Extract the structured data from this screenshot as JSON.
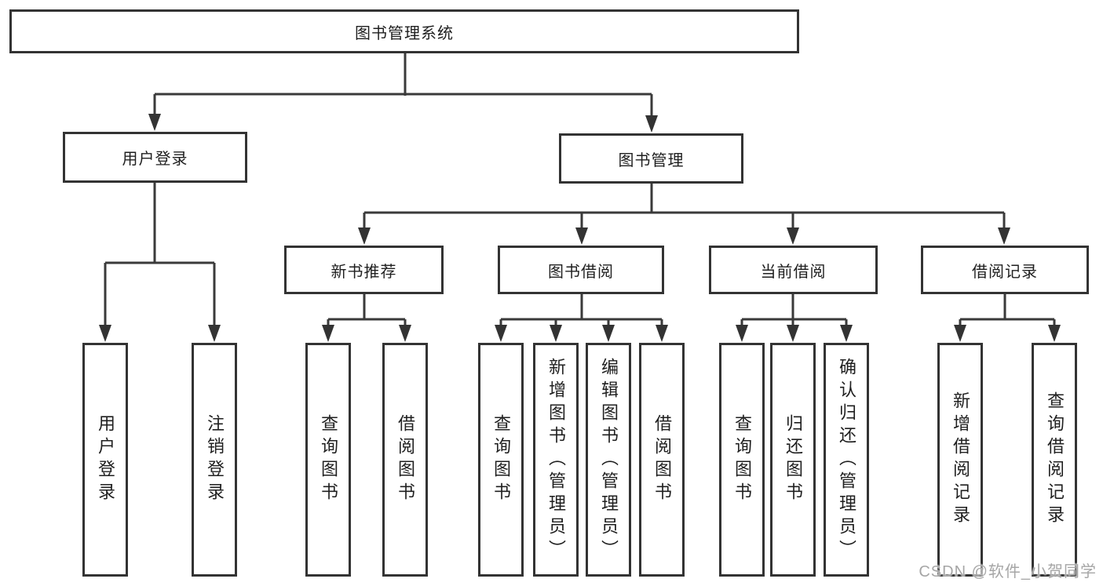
{
  "diagram": {
    "root": {
      "label": "图书管理系统"
    },
    "branches": [
      {
        "label": "用户登录",
        "children": [
          {
            "label": "用户登录"
          },
          {
            "label": "注销登录"
          }
        ]
      },
      {
        "label": "图书管理",
        "children": [
          {
            "label": "新书推荐",
            "children": [
              {
                "label": "查询图书"
              },
              {
                "label": "借阅图书"
              }
            ]
          },
          {
            "label": "图书借阅",
            "children": [
              {
                "label": "查询图书"
              },
              {
                "label": "新增图书（管理员）"
              },
              {
                "label": "编辑图书（管理员）"
              },
              {
                "label": "借阅图书"
              }
            ]
          },
          {
            "label": "当前借阅",
            "children": [
              {
                "label": "查询图书"
              },
              {
                "label": "归还图书"
              },
              {
                "label": "确认归还（管理员）"
              }
            ]
          },
          {
            "label": "借阅记录",
            "children": [
              {
                "label": "新增借阅记录"
              },
              {
                "label": "查询借阅记录"
              }
            ]
          }
        ]
      }
    ]
  },
  "watermark": {
    "text": "CSDN @软件_小贺同学"
  },
  "colors": {
    "background": "#ffffff",
    "line": "#3a3a3a",
    "box_border": "#333333",
    "text": "#1f1f1f",
    "watermark": "#a6a6a6"
  }
}
